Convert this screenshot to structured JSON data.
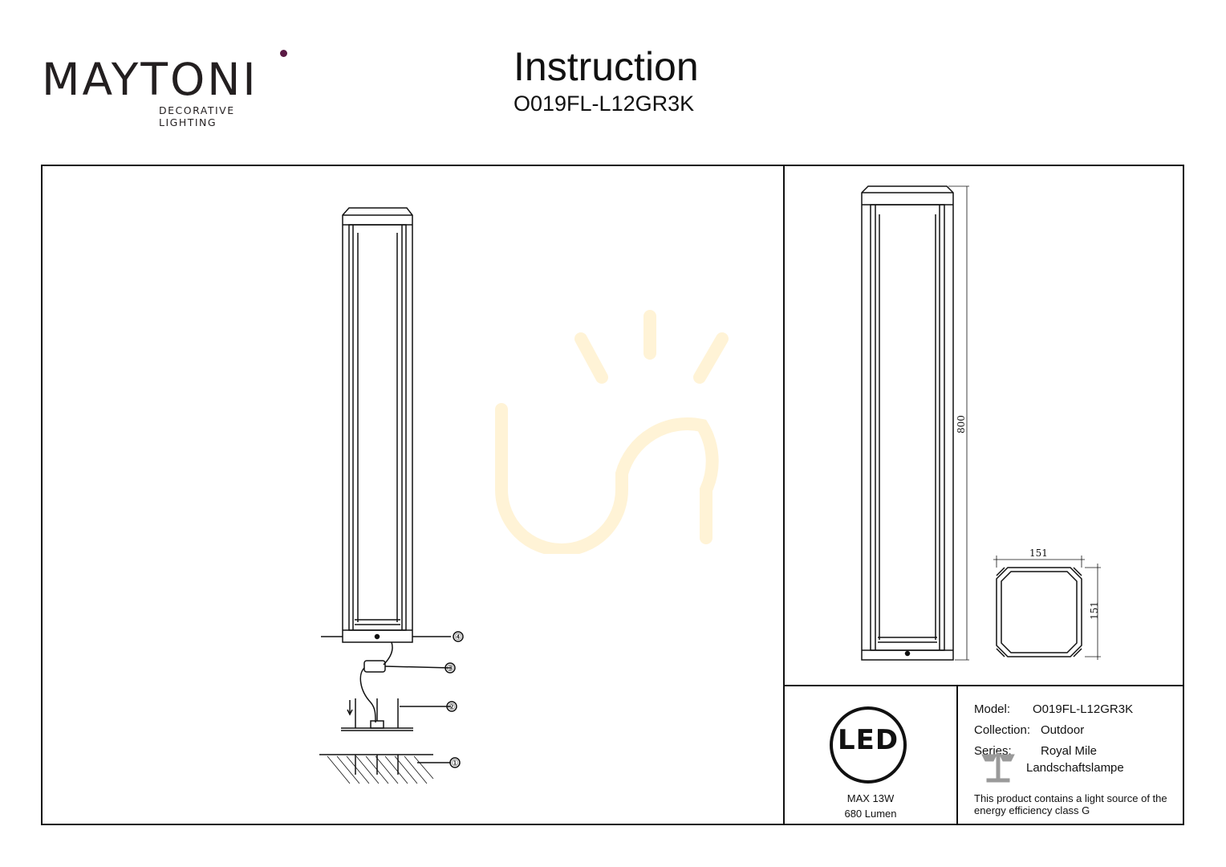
{
  "header": {
    "brand": "MAYTONI",
    "brand_tagline": "DECORATIVE LIGHTING",
    "title": "Instruction",
    "model_code": "O019FL-L12GR3K"
  },
  "assembly": {
    "callouts": [
      "①",
      "②",
      "③",
      "④"
    ]
  },
  "dimensions": {
    "height": "800",
    "width": "151",
    "depth": "151"
  },
  "led_info": {
    "badge": "LED",
    "power": "MAX 13W",
    "lumen": "680 Lumen"
  },
  "specs": {
    "model_label": "Model:",
    "model_value": "O019FL-L12GR3K",
    "collection_label": "Collection:",
    "collection_value": "Outdoor",
    "series_label": "Series:",
    "series_value": "Royal Mile",
    "type_value": "Landschaftslampe",
    "note": "This product contains a light source of the energy efficiency class G"
  },
  "colors": {
    "brand_accent": "#5a1a44",
    "watermark": "#fff3d6",
    "line": "#111111"
  }
}
